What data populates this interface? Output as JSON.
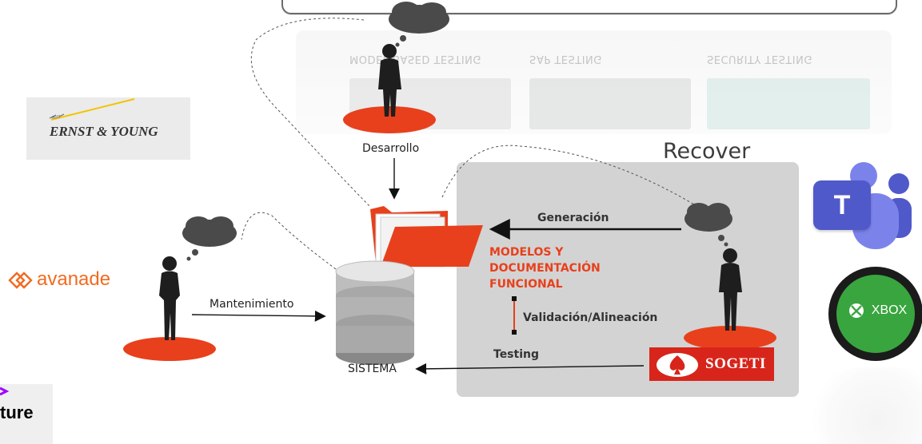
{
  "labels": {
    "recover": "Recover",
    "desarrollo": "Desarrollo",
    "generacion": "Generación",
    "modelos_line1": "MODELOS Y",
    "modelos_line2": "DOCUMENTACIÓN",
    "modelos_line3": "FUNCIONAL",
    "validacion": "Validación/Alineación",
    "testing": "Testing",
    "mantenimiento": "Mantenimiento",
    "sistema": "SISTEMA"
  },
  "background_banner": {
    "labels": [
      "MODEL BASED TESTING",
      "SAP TESTING",
      "SECURITY TESTING"
    ]
  },
  "logos": {
    "ernst_young": "ERNST & YOUNG",
    "avanade": "avanade",
    "accenture_fragment": "ture",
    "teams_letter": "T",
    "xbox": "XBOX",
    "sogeti": "SOGETI"
  },
  "colors": {
    "accent_red": "#e8401c",
    "panel_gray": "#d3d3d3",
    "teams_purple": "#5059c9",
    "xbox_green": "#39a53f",
    "avanade_orange": "#f26a21",
    "sogeti_red": "#d7251b"
  },
  "icons": [
    "person-icon",
    "thought-cloud-icon",
    "database-icon",
    "folder-icon",
    "sogeti-logo",
    "teams-logo",
    "xbox-logo",
    "ernst-young-logo",
    "avanade-logo"
  ]
}
